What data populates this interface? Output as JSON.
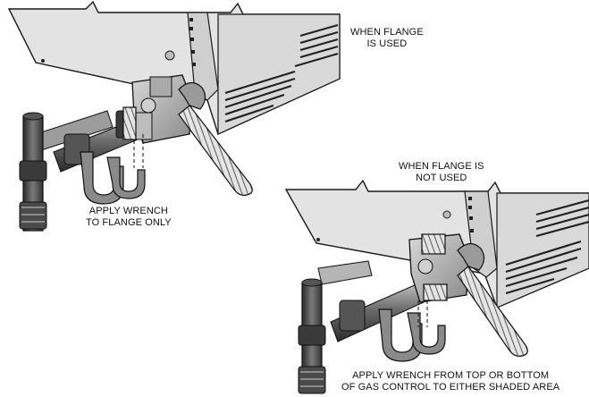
{
  "callouts": {
    "flange_used": {
      "line1": "WHEN FLANGE",
      "line2": "IS USED"
    },
    "flange_not_used": {
      "line1": "WHEN FLANGE IS",
      "line2": "NOT USED"
    },
    "wrench_flange": {
      "line1": "APPLY WRENCH",
      "line2": "TO FLANGE ONLY"
    },
    "wrench_gas_control": {
      "line1": "APPLY WRENCH FROM TOP OR BOTTOM",
      "line2": "OF GAS CONTROL TO EITHER SHADED AREA"
    }
  },
  "colors": {
    "cabinet": "#e2e2e2",
    "cabinet_dark": "#9a9a9a",
    "pipe": "#6e6e6e",
    "pipe_dark": "#2f2f2f",
    "outline": "#1a1a1a"
  }
}
